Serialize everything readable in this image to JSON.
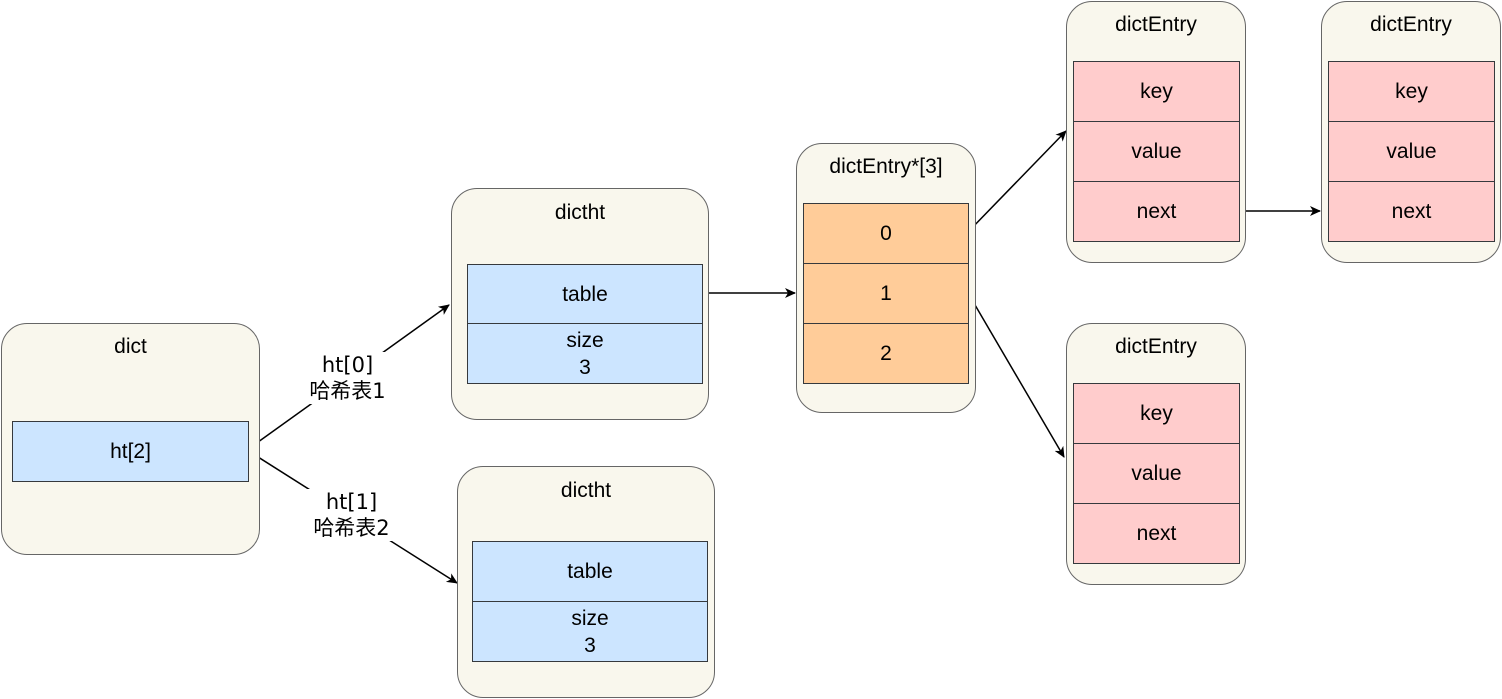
{
  "dict": {
    "title": "dict",
    "field": "ht[2]"
  },
  "edge_labels": {
    "ht0": {
      "line1": "ht[0]",
      "line2": "哈希表1"
    },
    "ht1": {
      "line1": "ht[1]",
      "line2": "哈希表2"
    }
  },
  "dictht_top": {
    "title": "dictht",
    "table": "table",
    "size_label": "size",
    "size_value": "3"
  },
  "dictht_bottom": {
    "title": "dictht",
    "table": "table",
    "size_label": "size",
    "size_value": "3"
  },
  "bucket_array": {
    "title": "dictEntry*[3]",
    "slots": [
      "0",
      "1",
      "2"
    ]
  },
  "entry_a": {
    "title": "dictEntry",
    "key": "key",
    "value": "value",
    "next": "next"
  },
  "entry_b": {
    "title": "dictEntry",
    "key": "key",
    "value": "value",
    "next": "next"
  },
  "entry_c": {
    "title": "dictEntry",
    "key": "key",
    "value": "value",
    "next": "next"
  },
  "colors": {
    "container_fill": "#f9f7ed",
    "field_blue": "#cce5ff",
    "bucket_orange": "#ffcc99",
    "entry_pink": "#ffcccc"
  }
}
